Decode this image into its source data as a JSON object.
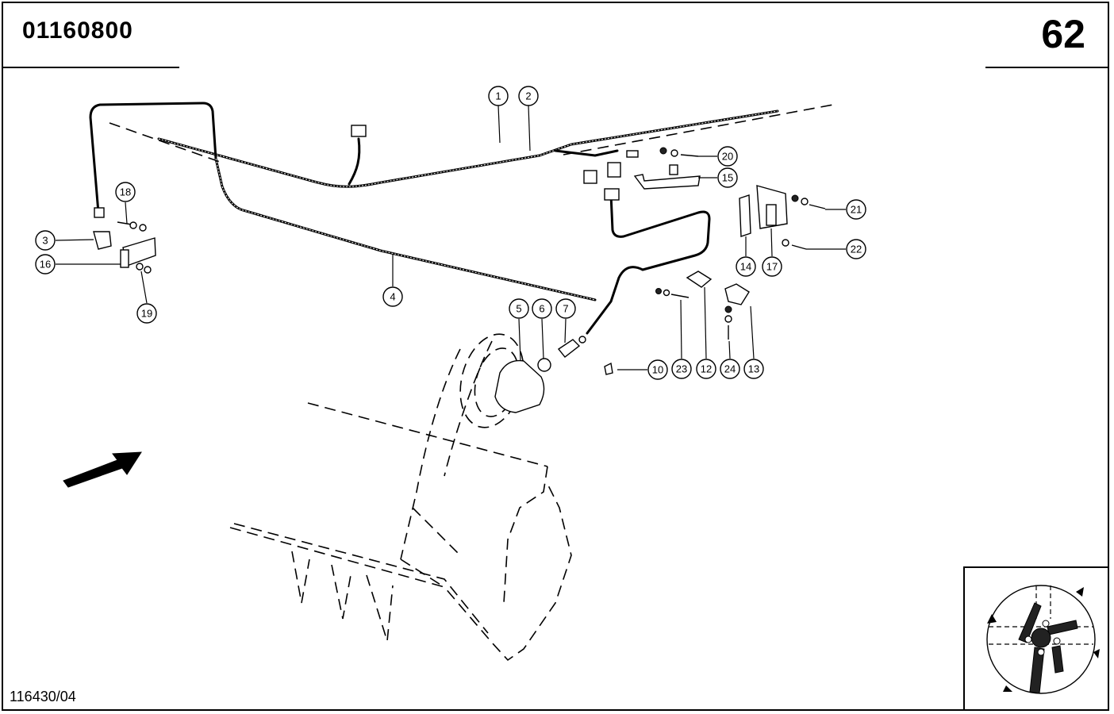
{
  "header": {
    "doc_number": "01160800",
    "page_number": "62"
  },
  "footer": {
    "reference": "116430/04"
  },
  "callouts": [
    "1",
    "2",
    "3",
    "4",
    "5",
    "6",
    "7",
    "10",
    "12",
    "13",
    "14",
    "15",
    "16",
    "17",
    "18",
    "19",
    "20",
    "21",
    "22",
    "23",
    "24"
  ]
}
